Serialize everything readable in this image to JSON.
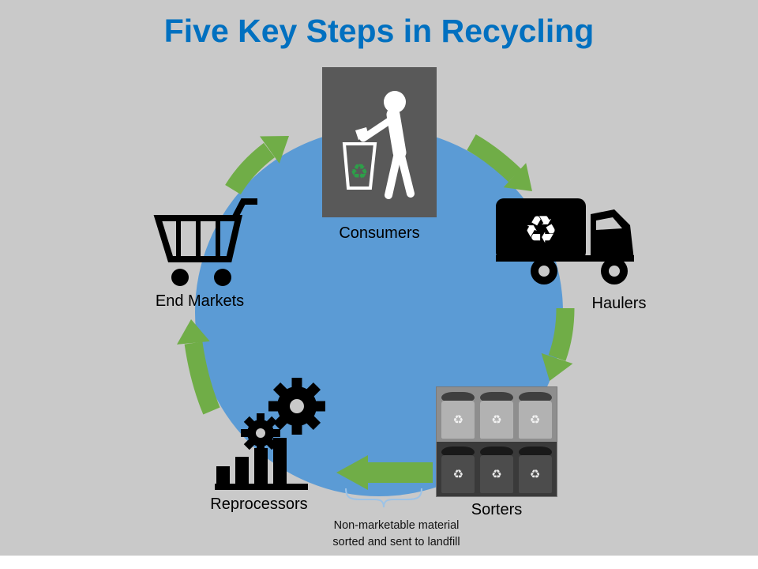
{
  "title": "Five Key Steps in Recycling",
  "steps": [
    {
      "id": "consumers",
      "label": "Consumers",
      "icon": "person-recycling-icon"
    },
    {
      "id": "haulers",
      "label": "Haulers",
      "icon": "garbage-truck-icon"
    },
    {
      "id": "sorters",
      "label": "Sorters",
      "icon": "recycling-carts-icon"
    },
    {
      "id": "reprocessors",
      "label": "Reprocessors",
      "icon": "gears-bar-chart-icon"
    },
    {
      "id": "end_markets",
      "label": "End Markets",
      "icon": "shopping-cart-icon"
    }
  ],
  "annotation": {
    "line1": "Non-marketable material",
    "line2": "sorted and sent to landfill"
  },
  "glyphs": {
    "recycle": "♻"
  },
  "colors": {
    "background": "#C9C9C9",
    "title": "#0070C0",
    "circle": "#5B9BD5",
    "arrow": "#70AD47",
    "icon": "#000000",
    "consumer_box": "#595959",
    "brace": "#9DC3E6",
    "label": "#000000",
    "footer": "#FFFFFF",
    "recycle_green": "#2E9E49"
  }
}
